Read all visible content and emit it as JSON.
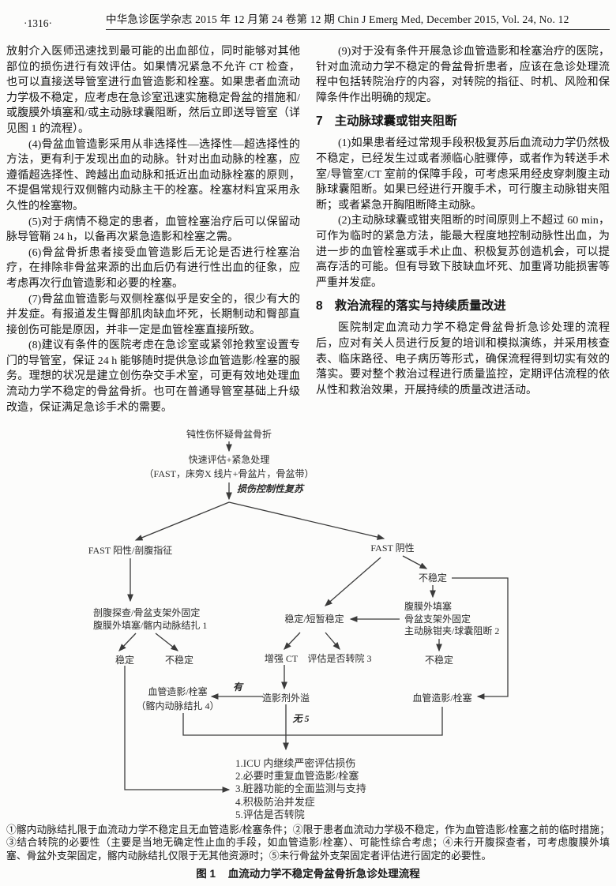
{
  "meta": {
    "background_color": "#fcfcfb",
    "text_color": "#161616"
  },
  "header": {
    "page_number": "·1316·",
    "journal_line": "中华急诊医学杂志 2015 年 12 月第 24 卷第 12 期 Chin J Emerg Med, December 2015, Vol. 24, No. 12"
  },
  "left_column": {
    "paragraphs": [
      "放射介入医师迅速找到最可能的出血部位，同时能够对其他部位的损伤进行有效评估。如果情况紧急不允许 CT 检查，也可以直接送导管室进行血管造影和栓塞。如果患者血流动力学极不稳定，应考虑在急诊室迅速实施稳定骨盆的措施和/或腹膜外填塞和/或主动脉球囊阻断，然后立即送导管室（详见图 1 的流程）。",
      "(4)骨盆血管造影采用从非选择性—选择性—超选择性的方法，更有利于发现出血的动脉。针对出血动脉的栓塞，应遵循超选择性、跨越出血动脉和抵近出血动脉栓塞的原则，不提倡常规行双侧髂内动脉主干的栓塞。栓塞材料宜采用永久性的栓塞物。",
      "(5)对于病情不稳定的患者，血管栓塞治疗后可以保留动脉导管鞘 24 h，以备再次紧急造影和栓塞之需。",
      "(6)骨盆骨折患者接受血管造影后无论是否进行栓塞治疗，在排除非骨盆来源的出血后仍有进行性出血的征象，应考虑再次行血管造影和必要的栓塞。",
      "(7)骨盆血管造影与双侧栓塞似乎是安全的，很少有大的并发症。有报道发生臀部肌肉缺血坏死，长期制动和臀部直接创伤可能是原因，并非一定是血管栓塞直接所致。",
      "(8)建议有条件的医院考虑在急诊室或紧邻抢救室设置专门的导管室，保证 24 h 能够随时提供急诊血管造影/栓塞的服务。理想的状况是建立创伤杂交手术室，可更有效地处理血流动力学不稳定的骨盆骨折。也可在普通导管室基础上升级改造，保证满足急诊手术的需要。"
    ]
  },
  "right_column": {
    "p9": "(9)对于没有条件开展急诊血管造影和栓塞治疗的医院，针对血流动力学不稳定的骨盆骨折患者，应该在急诊处理流程中包括转院治疗的内容，对转院的指征、时机、风险和保障条件作出明确的规定。",
    "section7": {
      "number": "7",
      "title": "主动脉球囊或钳夹阻断",
      "paragraphs": [
        "(1)如果患者经过常规手段积极复苏后血流动力学仍然极不稳定，已经发生过或者濒临心脏骤停，或者作为转送手术室/导管室/CT 室前的保障手段，可考虑采用经皮穿刺腹主动脉球囊阻断。如果已经进行开腹手术，可行腹主动脉钳夹阻断；或者紧急开胸阻断降主动脉。",
        "(2)主动脉球囊或钳夹阻断的时间原则上不超过 60 min，可作为临时的紧急方法，能最大程度地控制动脉性出血，为进一步的血管栓塞或手术止血、积极复苏创造机会，可以提高存活的可能。但有导致下肢缺血坏死、加重肾功能损害等严重并发症。"
      ]
    },
    "section8": {
      "number": "8",
      "title": "救治流程的落实与持续质量改进",
      "paragraph": "医院制定血流动力学不稳定骨盆骨折急诊处理的流程后，应对有关人员进行反复的培训和模拟演练，并采用核查表、临床路径、电子病历等形式，确保流程得到切实有效的落实。要对整个救治过程进行质量监控，定期评估流程的依从性和救治效果，开展持续的质量改进活动。"
    }
  },
  "flowchart": {
    "nodes": {
      "start": "钝性伤怀疑骨盆骨折",
      "assess": "快速评估+紧急处理\n（FAST，床旁X 线片+骨盆片，骨盆带）",
      "dcr_label": "损伤控制性复苏",
      "fast_positive": "FAST 阳性/剖腹指征",
      "fast_negative": "FAST 阴性",
      "laparotomy": "剖腹探查/骨盆支架外固定\n腹膜外填塞/髂内动脉结扎 1",
      "unstable_right": "不稳定",
      "packing": "腹膜外填塞\n骨盆支架外固定\n主动脉钳夹/球囊阻断 2",
      "stable_transient": "稳定/短暂稳定",
      "stable_left": "稳定",
      "unstable_left": "不稳定",
      "ct": "增强 CT",
      "transfer_assess": "评估是否转院 3",
      "unstable_mid": "不稳定",
      "angio_left": "血管造影/栓塞\n（髂内动脉结扎 4）",
      "yes_label": "有",
      "extravasation": "造影剂外溢",
      "no_label": "无 5",
      "angio_right": "血管造影/栓塞",
      "icu_list": "1.ICU 内继续严密评估损伤\n2.必要时重复血管造影/栓塞\n3.脏器功能的全面监测与支持\n4.积极防治并发症\n5.评估是否转院"
    }
  },
  "footnotes": {
    "text": "①髂内动脉结扎限于血流动力学不稳定且无血管造影/栓塞条件；②限于患者血流动力学极不稳定，作为血管造影/栓塞之前的临时措施；③结合转院的必要性（主要是当地无确定性止血的手段，如血管造影/栓塞）、可能性综合考虑；④未行开腹探查者，可考虑腹膜外填塞、骨盆外支架固定，髂内动脉结扎仅限于无其他资源时；⑤未行骨盆外支架固定者评估进行固定的必要性。"
  },
  "figure_caption": {
    "label": "图 1",
    "text": "血流动力学不稳定骨盆骨折急诊处理流程"
  }
}
